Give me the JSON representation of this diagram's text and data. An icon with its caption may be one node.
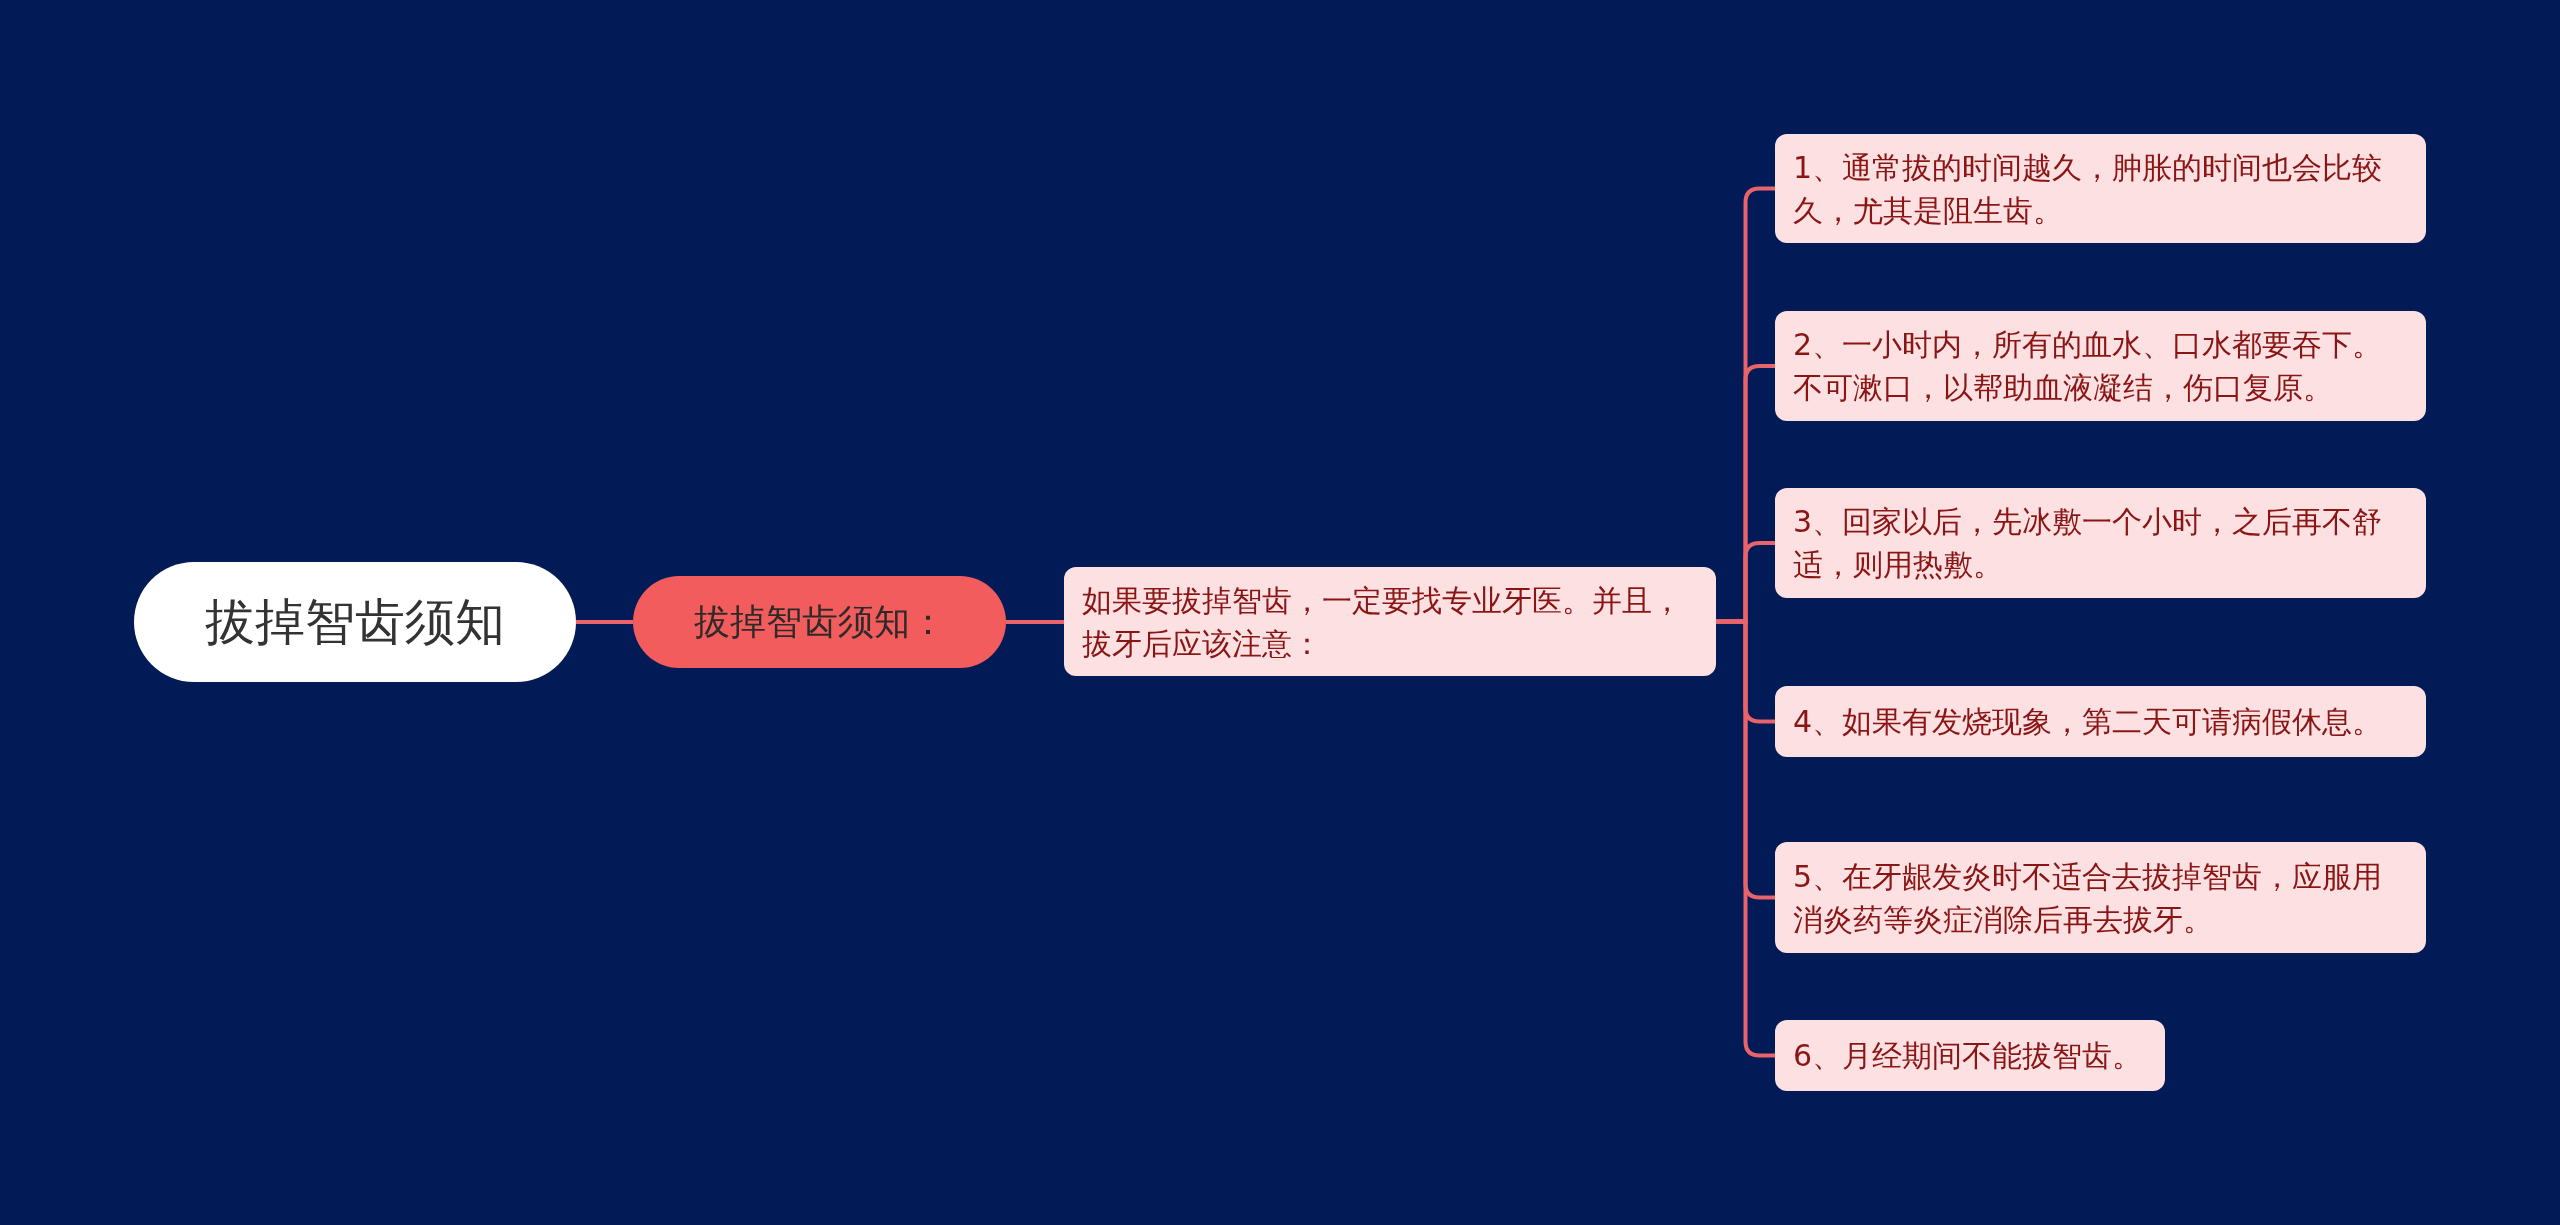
{
  "diagram": {
    "nodes": [
      {
        "text": [
          "拔掉智齿须知"
        ]
      },
      {
        "text": [
          "拔掉智齿须知："
        ]
      },
      {
        "text": [
          "如果要拔掉智齿，一定要找专业牙医。并且，拔牙后应该注意："
        ]
      },
      {
        "text": [
          "1、通常拔的时间越久，肿胀的时间也会比较久，尤其是阻生齿。"
        ]
      },
      {
        "text": [
          "2、一小时内，所有的血水、口水都要吞下。不可漱口，以帮助血液凝结，伤口复原。"
        ]
      },
      {
        "text": [
          "3、回家以后，先冰敷一个小时，之后再不舒适，则用热敷。"
        ]
      },
      {
        "text": [
          "4、如果有发烧现象，第二天可请病假休息。"
        ]
      },
      {
        "text": [
          "5、在牙龈发炎时不适合去拔掉智齿，应服用消炎药等炎症消除后再去拔牙。"
        ]
      },
      {
        "text": [
          "6、月经期间不能拔智齿。"
        ]
      }
    ],
    "edges": [
      {
        "from": 0,
        "to": 1,
        "arrow": "none"
      },
      {
        "from": 1,
        "to": 2,
        "arrow": "none"
      },
      {
        "from": 2,
        "to": 3,
        "arrow": "none"
      },
      {
        "from": 2,
        "to": 4,
        "arrow": "none"
      },
      {
        "from": 2,
        "to": 5,
        "arrow": "none"
      },
      {
        "from": 2,
        "to": 6,
        "arrow": "none"
      },
      {
        "from": 2,
        "to": 7,
        "arrow": "none"
      },
      {
        "from": 2,
        "to": 8,
        "arrow": "none"
      }
    ]
  }
}
